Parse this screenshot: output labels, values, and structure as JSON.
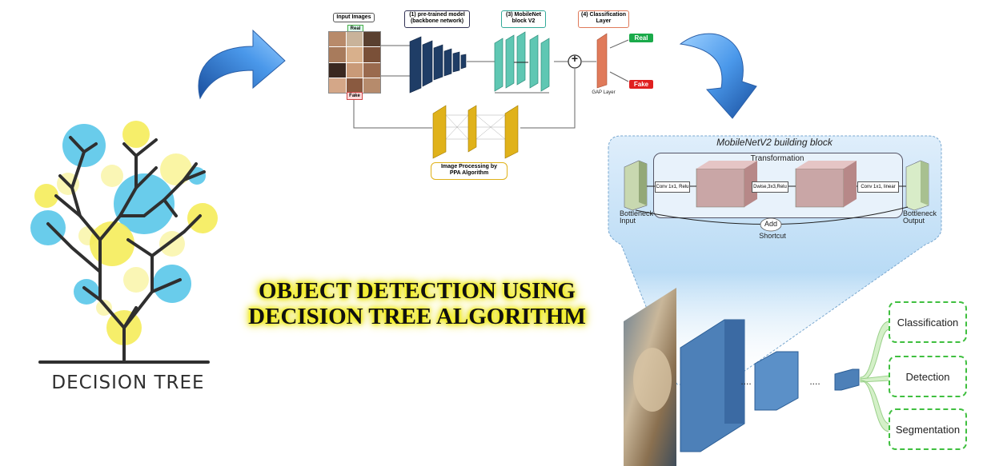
{
  "decision_tree": {
    "label": "DECISION TREE"
  },
  "headline": {
    "line1": "OBJECT DETECTION USING",
    "line2": "DECISION TREE ALGORITHM"
  },
  "pipeline": {
    "input_images": "Input Images",
    "real_tag": "Real",
    "fake_tag": "Fake",
    "backbone_line1": "(1) pre-trained model",
    "backbone_line2": "(backbone network)",
    "mobilenet_line1": "(3) MobileNet",
    "mobilenet_line2": "block V2",
    "classification_line1": "(4) Classification",
    "classification_line2": "Layer",
    "output_real": "Real",
    "output_fake": "Fake",
    "gap_layer": "GAP Layer",
    "ppa_line1": "Image Processing by",
    "ppa_line2": "PPA Algorithm",
    "plus_symbol": "+"
  },
  "mobilenet_block": {
    "title": "MobileNetV2 building block",
    "transformation": "Transformation",
    "conv1": "Conv 1x1, Relu",
    "dwise": "Dwise,3x3,Relu",
    "conv2": "Conv 1x1, linear",
    "bottleneck_input_1": "Bottleneck",
    "bottleneck_input_2": "Input",
    "bottleneck_output_1": "Bottleneck",
    "bottleneck_output_2": "Output",
    "add": "Add",
    "shortcut": "Shortcut"
  },
  "network": {
    "dots1": "....",
    "dots2": "....",
    "tasks": [
      "Classification",
      "Detection",
      "Segmentation"
    ]
  },
  "colors": {
    "tree_branch": "#2f2f2f",
    "circle_blue": "#4fc3e8",
    "circle_yellow": "#f5ec5a",
    "arrow_blue": "#3a7fd5",
    "backbone": "#1f3d66",
    "mobilenet": "#5fc7b3",
    "ppa": "#e0b21a",
    "classification": "#e07a5a",
    "real_green": "#1aaa4a",
    "fake_red": "#e02020",
    "task_border": "#3fbf3f"
  }
}
